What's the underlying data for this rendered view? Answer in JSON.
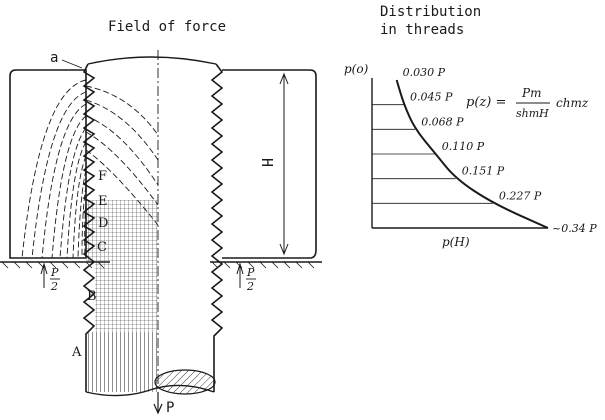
{
  "figure": {
    "left_title": "Field of force",
    "right_title_line1": "Distribution",
    "right_title_line2": "in threads",
    "label_a": "a",
    "label_H": "H",
    "label_P": "P",
    "point_labels": [
      "A",
      "B",
      "C",
      "D",
      "E",
      "F"
    ],
    "fraction_num": "P",
    "fraction_den": "2"
  },
  "chart_data": {
    "type": "line",
    "curve_label": "p(z)",
    "formula": {
      "lhs": "p(z) =",
      "numerator": "Pm",
      "denominator": "shmH",
      "rhs": "chmz"
    },
    "y_top_label": "p(o)",
    "x_bottom_label": "p(H)",
    "values": [
      {
        "z": 0,
        "value": "0.030 P",
        "num": 0.03
      },
      {
        "z": 1,
        "value": "0.045 P",
        "num": 0.045
      },
      {
        "z": 2,
        "value": "0.068 P",
        "num": 0.068
      },
      {
        "z": 3,
        "value": "0.110 P",
        "num": 0.11
      },
      {
        "z": 4,
        "value": "0.151 P",
        "num": 0.151
      },
      {
        "z": 5,
        "value": "0.227 P",
        "num": 0.227
      },
      {
        "z": 6,
        "value": "~0.34 P",
        "num": 0.34
      }
    ]
  }
}
